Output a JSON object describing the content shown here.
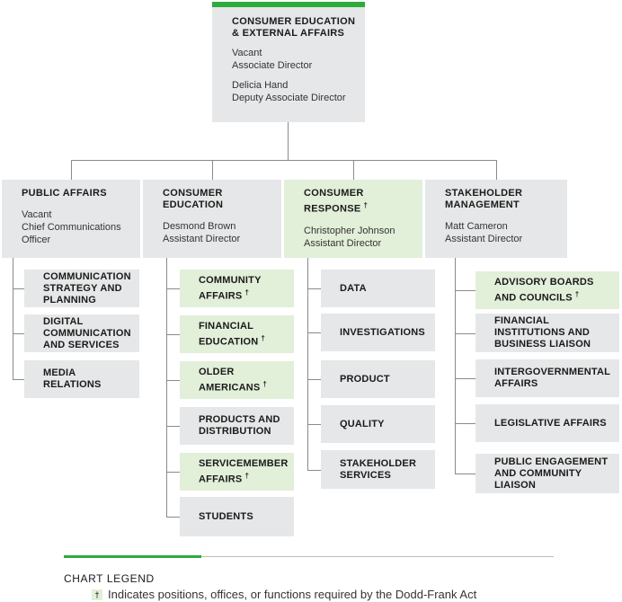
{
  "root": {
    "title_line1": "CONSUMER EDUCATION",
    "title_line2": "& EXTERNAL AFFAIRS",
    "person1_name": "Vacant",
    "person1_role": "Associate Director",
    "person2_name": "Delicia Hand",
    "person2_role": "Deputy Associate Director"
  },
  "divisions": [
    {
      "title_lines": [
        "PUBLIC AFFAIRS"
      ],
      "person_name": "Vacant",
      "person_role_lines": [
        "Chief Communications",
        "Officer"
      ],
      "dodd_frank": false,
      "units": [
        {
          "lines": [
            "COMMUNICATION",
            "STRATEGY AND",
            "PLANNING"
          ],
          "dodd_frank": false
        },
        {
          "lines": [
            "DIGITAL",
            "COMMUNICATION",
            "AND SERVICES"
          ],
          "dodd_frank": false
        },
        {
          "lines": [
            "MEDIA",
            "RELATIONS"
          ],
          "dodd_frank": false
        }
      ]
    },
    {
      "title_lines": [
        "CONSUMER",
        "EDUCATION"
      ],
      "person_name": "Desmond Brown",
      "person_role_lines": [
        "Assistant Director"
      ],
      "dodd_frank": false,
      "units": [
        {
          "lines": [
            "COMMUNITY",
            "AFFAIRS"
          ],
          "dodd_frank": true
        },
        {
          "lines": [
            "FINANCIAL",
            "EDUCATION"
          ],
          "dodd_frank": true
        },
        {
          "lines": [
            "OLDER",
            "AMERICANS"
          ],
          "dodd_frank": true
        },
        {
          "lines": [
            "PRODUCTS AND",
            "DISTRIBUTION"
          ],
          "dodd_frank": false
        },
        {
          "lines": [
            "SERVICEMEMBER",
            "AFFAIRS"
          ],
          "dodd_frank": true
        },
        {
          "lines": [
            "STUDENTS"
          ],
          "dodd_frank": false
        }
      ]
    },
    {
      "title_lines": [
        "CONSUMER",
        "RESPONSE"
      ],
      "person_name": "Christopher Johnson",
      "person_role_lines": [
        "Assistant Director"
      ],
      "dodd_frank": true,
      "units": [
        {
          "lines": [
            "DATA"
          ],
          "dodd_frank": false
        },
        {
          "lines": [
            "INVESTIGATIONS"
          ],
          "dodd_frank": false
        },
        {
          "lines": [
            "PRODUCT"
          ],
          "dodd_frank": false
        },
        {
          "lines": [
            "QUALITY"
          ],
          "dodd_frank": false
        },
        {
          "lines": [
            "STAKEHOLDER",
            "SERVICES"
          ],
          "dodd_frank": false
        }
      ]
    },
    {
      "title_lines": [
        "STAKEHOLDER",
        "MANAGEMENT"
      ],
      "person_name": "Matt Cameron",
      "person_role_lines": [
        "Assistant Director"
      ],
      "dodd_frank": false,
      "units": [
        {
          "lines": [
            "ADVISORY BOARDS",
            "AND COUNCILS"
          ],
          "dodd_frank": true
        },
        {
          "lines": [
            "FINANCIAL",
            "INSTITUTIONS AND",
            "BUSINESS LIAISON"
          ],
          "dodd_frank": false
        },
        {
          "lines": [
            "INTERGOVERNMENTAL",
            "AFFAIRS"
          ],
          "dodd_frank": false
        },
        {
          "lines": [
            "LEGISLATIVE AFFAIRS"
          ],
          "dodd_frank": false
        },
        {
          "lines": [
            "PUBLIC ENGAGEMENT",
            "AND COMMUNITY",
            "LIAISON"
          ],
          "dodd_frank": false
        }
      ]
    }
  ],
  "legend": {
    "title": "CHART LEGEND",
    "dagger_symbol": "†",
    "text": "Indicates positions, offices, or functions required by the Dodd-Frank Act"
  },
  "colors": {
    "accent_green": "#2eab3f",
    "box_gray": "#e6e7e8",
    "box_green": "#e2efd9",
    "connector": "#8a8a8a"
  }
}
